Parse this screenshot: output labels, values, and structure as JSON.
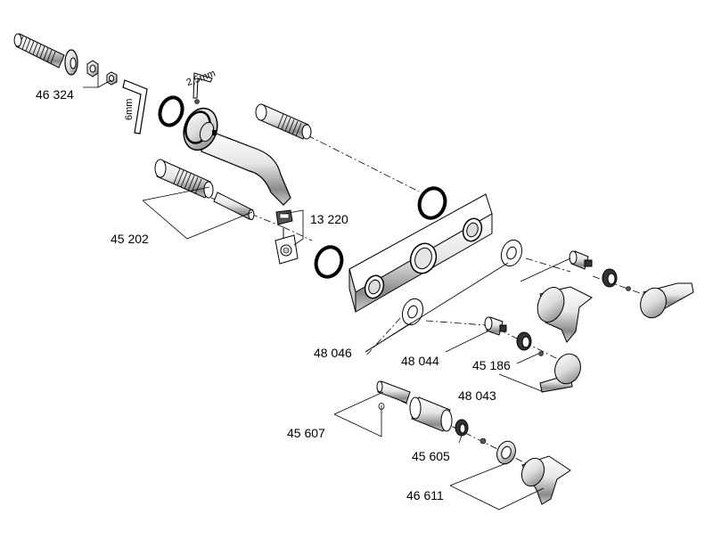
{
  "part_numbers": {
    "p46324": "46 324",
    "p45202": "45 202",
    "p13220": "13 220",
    "p48046": "48 046",
    "p48044": "48 044",
    "p45186": "45 186",
    "p48043": "48 043",
    "p45607": "45 607",
    "p45605": "45 605",
    "p46611": "46 611"
  },
  "tool_sizes": {
    "hex_key_large": "6mm",
    "hex_key_small": "2,5mm"
  },
  "colors": {
    "line": "#000000",
    "light_fill": "#ffffff",
    "shade": "#d9d9d9",
    "dark_shade": "#6e6e6e"
  }
}
